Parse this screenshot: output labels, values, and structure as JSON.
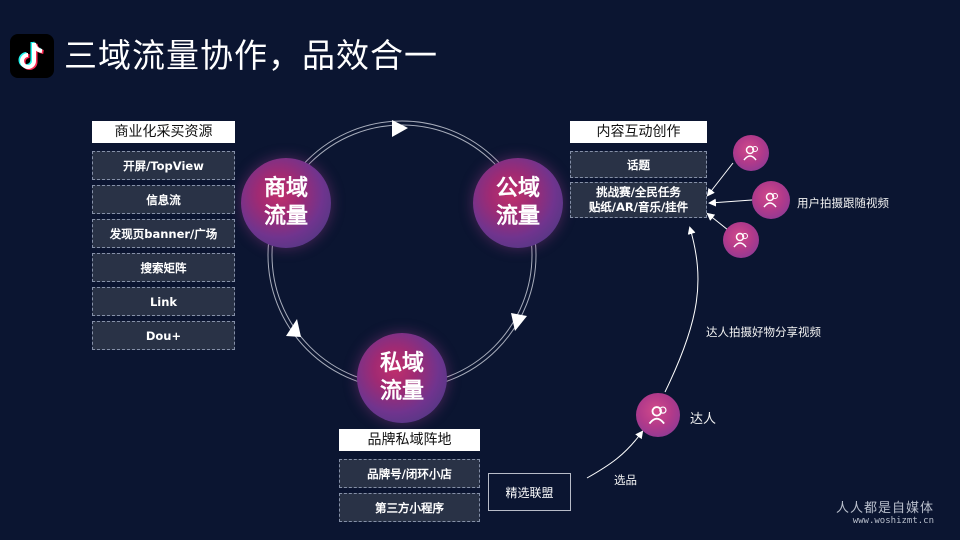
{
  "title": "三域流量协作，品效合一",
  "brand_icon": "tiktok-logo",
  "cycle": {
    "commercial": [
      "商域",
      "流量"
    ],
    "public": [
      "公域",
      "流量"
    ],
    "private": [
      "私域",
      "流量"
    ]
  },
  "commercial_panel": {
    "header": "商业化采买资源",
    "items": [
      "开屏/TopView",
      "信息流",
      "发现页banner/广场",
      "搜索矩阵",
      "Link",
      "Dou+"
    ]
  },
  "content_panel": {
    "header": "内容互动创作",
    "items": [
      "话题",
      [
        "挑战赛/全民任务",
        "贴纸/AR/音乐/挂件"
      ]
    ]
  },
  "private_panel": {
    "header": "品牌私域阵地",
    "items": [
      "品牌号/闭环小店",
      "第三方小程序"
    ]
  },
  "select_alliance": "精选联盟",
  "flow_labels": {
    "select": "选品",
    "influencer": "达人",
    "influencer_share": "达人拍摄好物分享视频",
    "user_follow": "用户拍摄跟随视频"
  },
  "watermark": {
    "cn": "人人都是自媒体",
    "en": "www.woshizmt.cn"
  },
  "colors": {
    "background": "#0b1531",
    "accent_pink": "#c0306c",
    "accent_purple": "#70348e"
  }
}
